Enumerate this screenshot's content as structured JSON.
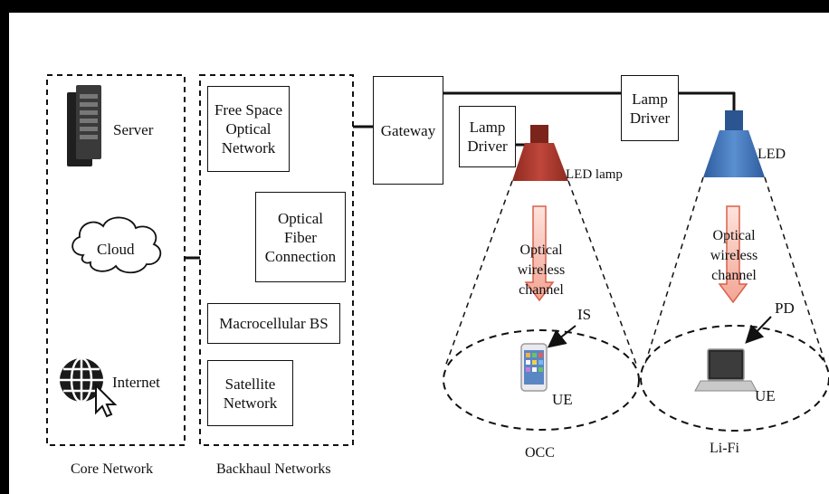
{
  "core_network": {
    "title": "Core Network",
    "server_label": "Server",
    "cloud_label": "Cloud",
    "internet_label": "Internet"
  },
  "backhaul_networks": {
    "title": "Backhaul Networks",
    "free_space_optical": "Free Space\nOptical\nNetwork",
    "optical_fiber": "Optical\nFiber\nConnection",
    "macrocellular": "Macrocellular BS",
    "satellite": "Satellite\nNetwork"
  },
  "gateway": "Gateway",
  "lamp_driver_1": "Lamp\nDriver",
  "lamp_driver_2": "Lamp\nDriver",
  "occ": {
    "lamp_label": "LED lamp",
    "channel_label": "Optical\nwireless\nchannel",
    "sensor_label": "IS",
    "ue_label": "UE",
    "title": "OCC"
  },
  "lifi": {
    "lamp_label": "LED",
    "channel_label": "Optical\nwireless\nchannel",
    "sensor_label": "PD",
    "ue_label": "UE",
    "title": "Li-Fi"
  },
  "colors": {
    "occ_lamp": "#b03a2e",
    "lifi_lamp": "#3d6fb5",
    "arrow_fill": "#f6c3b8",
    "arrow_stroke": "#d9604a"
  }
}
